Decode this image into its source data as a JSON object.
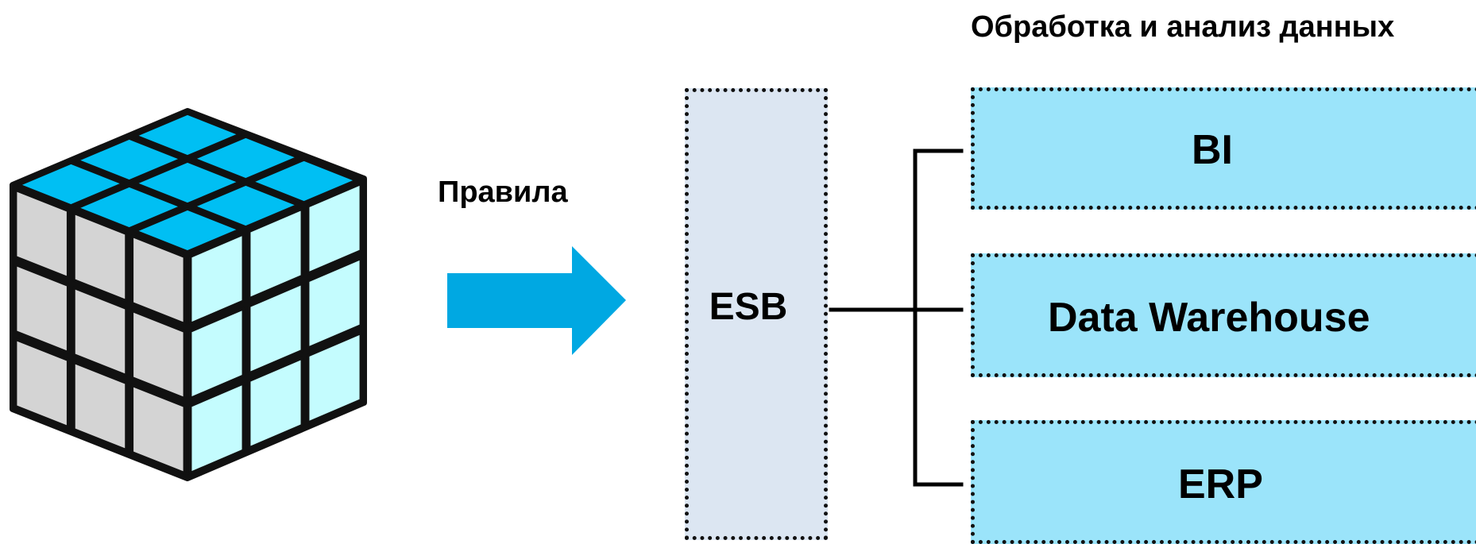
{
  "diagram": {
    "heading": "Обработка и анализ данных",
    "arrow_label": "Правила",
    "hub": {
      "label": "ESB"
    },
    "systems": [
      {
        "id": "bi",
        "label": "BI"
      },
      {
        "id": "dw",
        "label": "Data Warehouse"
      },
      {
        "id": "erp",
        "label": "ERP"
      }
    ]
  },
  "colors": {
    "cube_top": "#00bff3",
    "cube_right": "#c4fcfe",
    "cube_left": "#d4d4d4",
    "arrow": "#00a8e2",
    "esb_fill": "#dce6f2",
    "system_fill": "#9be4fa",
    "outline": "#111111"
  },
  "icons": {
    "data_source": "cube-icon",
    "flow": "right-arrow-icon"
  }
}
